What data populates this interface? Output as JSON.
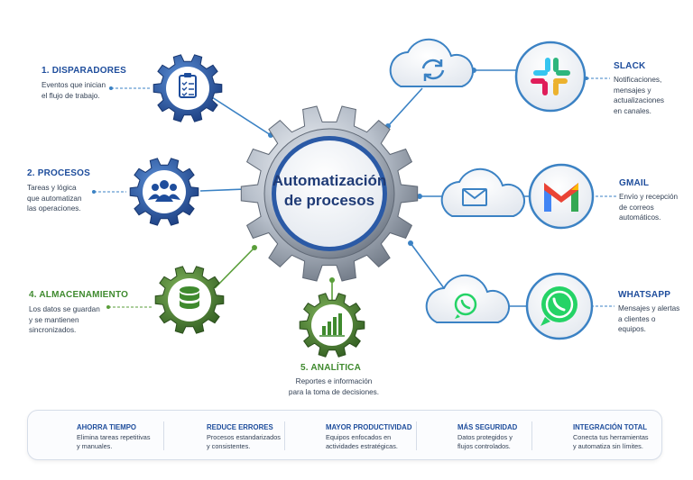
{
  "center": {
    "line1": "Automatización",
    "line2": "de procesos"
  },
  "nodes": {
    "disparadores": {
      "title": "1. DISPARADORES",
      "desc": [
        "Eventos que inician",
        "el flujo de trabajo."
      ]
    },
    "procesos": {
      "title": "2. PROCESOS",
      "desc": [
        "Tareas y lógica",
        "que automatizan",
        "las operaciones."
      ]
    },
    "almacenamiento": {
      "title": "4. ALMACENAMIENTO",
      "desc": [
        "Los datos se guardan",
        "y se mantienen",
        "sincronizados."
      ]
    },
    "analitica": {
      "title": "5.  ANALÍTICA",
      "desc": [
        "Reportes e información",
        "para la toma de decisiones."
      ]
    }
  },
  "apps": {
    "slack": {
      "title": "SLACK",
      "desc": [
        "Notificaciones,",
        "mensajes y",
        "actualizaciones",
        "en canales."
      ]
    },
    "gmail": {
      "title": "GMAIL",
      "desc": [
        "Envío y recepción",
        "de correos",
        "automáticos."
      ]
    },
    "whatsapp": {
      "title": "WHATSAPP",
      "desc": [
        "Mensajes y alertas",
        "a clientes o",
        "equipos."
      ]
    }
  },
  "benefits": [
    {
      "title": "AHORRA TIEMPO",
      "desc": [
        "Elimina tareas repetitivas",
        "y manuales."
      ],
      "icon": "clock-icon"
    },
    {
      "title": "REDUCE ERRORES",
      "desc": [
        "Procesos estandarizados",
        "y consistentes."
      ],
      "icon": "target-icon"
    },
    {
      "title": "MAYOR PRODUCTIVIDAD",
      "desc": [
        "Equipos enfocados en",
        "actividades estratégicas."
      ],
      "icon": "growth-chart-icon"
    },
    {
      "title": "MÁS SEGURIDAD",
      "desc": [
        "Datos protegidos y",
        "flujos controlados."
      ],
      "icon": "shield-lock-icon"
    },
    {
      "title": "INTEGRACIÓN TOTAL",
      "desc": [
        "Conecta tus herramientas",
        "y automatiza sin límites."
      ],
      "icon": "puzzle-icon"
    }
  ],
  "colors": {
    "blue": "#1e4d9c",
    "green": "#3f8a2e",
    "connector_blue": "#3b82c4",
    "connector_green": "#5a9e3a",
    "slack": [
      "#36c5f0",
      "#2eb67d",
      "#ecb22e",
      "#e01e5a"
    ],
    "gmail": [
      "#ea4335",
      "#4285f4",
      "#34a853",
      "#fbbc04"
    ],
    "whatsapp": "#25d366"
  }
}
